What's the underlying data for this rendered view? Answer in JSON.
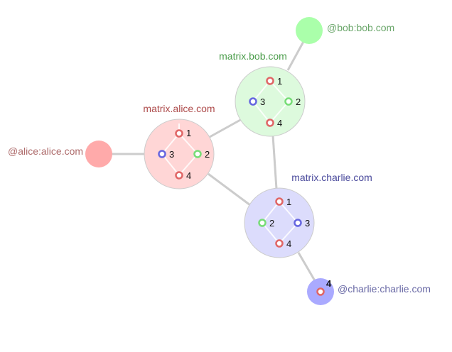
{
  "colors": {
    "alice": "#ad4a4a",
    "bob": "#4a9c4a",
    "charlie": "#4a4a9c",
    "alice_fill": "#ffd6d6",
    "bob_fill": "#ddfadd",
    "charlie_fill": "#dcdcfc",
    "alice_user_fill": "#ffaaaa",
    "bob_user_fill": "#aaffaa",
    "charlie_user_fill": "#aaaaff",
    "edge": "#cccccc",
    "red_node": "#e06666",
    "green_node": "#77dd77",
    "blue_node": "#6666e0"
  },
  "servers": {
    "alice": {
      "label": "matrix.alice.com"
    },
    "bob": {
      "label": "matrix.bob.com"
    },
    "charlie": {
      "label": "matrix.charlie.com"
    }
  },
  "users": {
    "alice": {
      "label": "@alice:alice.com"
    },
    "bob": {
      "label": "@bob:bob.com"
    },
    "charlie": {
      "label": "@charlie:charlie.com",
      "badge": "4"
    }
  },
  "events": {
    "alice": [
      "1",
      "2",
      "3",
      "4"
    ],
    "bob": [
      "1",
      "2",
      "3",
      "4"
    ],
    "charlie": [
      "1",
      "2",
      "3",
      "4"
    ]
  }
}
